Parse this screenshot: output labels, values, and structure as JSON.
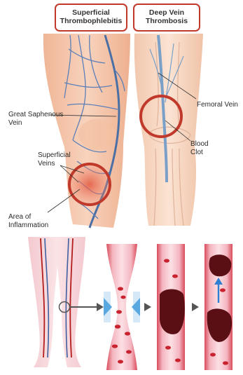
{
  "titles": {
    "left": [
      "Superficial",
      "Thrombophlebitis"
    ],
    "right": [
      "Deep Vein",
      "Thrombosis"
    ]
  },
  "labels": {
    "femoral_vein": "Femoral Vein",
    "great_saphenous": [
      "Great Saphenous",
      "Vein"
    ],
    "blood_clot": [
      "Blood",
      "Clot"
    ],
    "superficial_veins": [
      "Superficial",
      "Veins"
    ],
    "area_of_inflammation": [
      "Area of",
      "Inflammation"
    ]
  },
  "colors": {
    "accent_red": "#c0392b",
    "vein_blue": "#4a6fa5",
    "artery_red": "#b31d1d",
    "vessel_pink": "#f2a7b2",
    "clot_dark": "#5a0f14",
    "pressure_blue": "#5aa8e0"
  }
}
